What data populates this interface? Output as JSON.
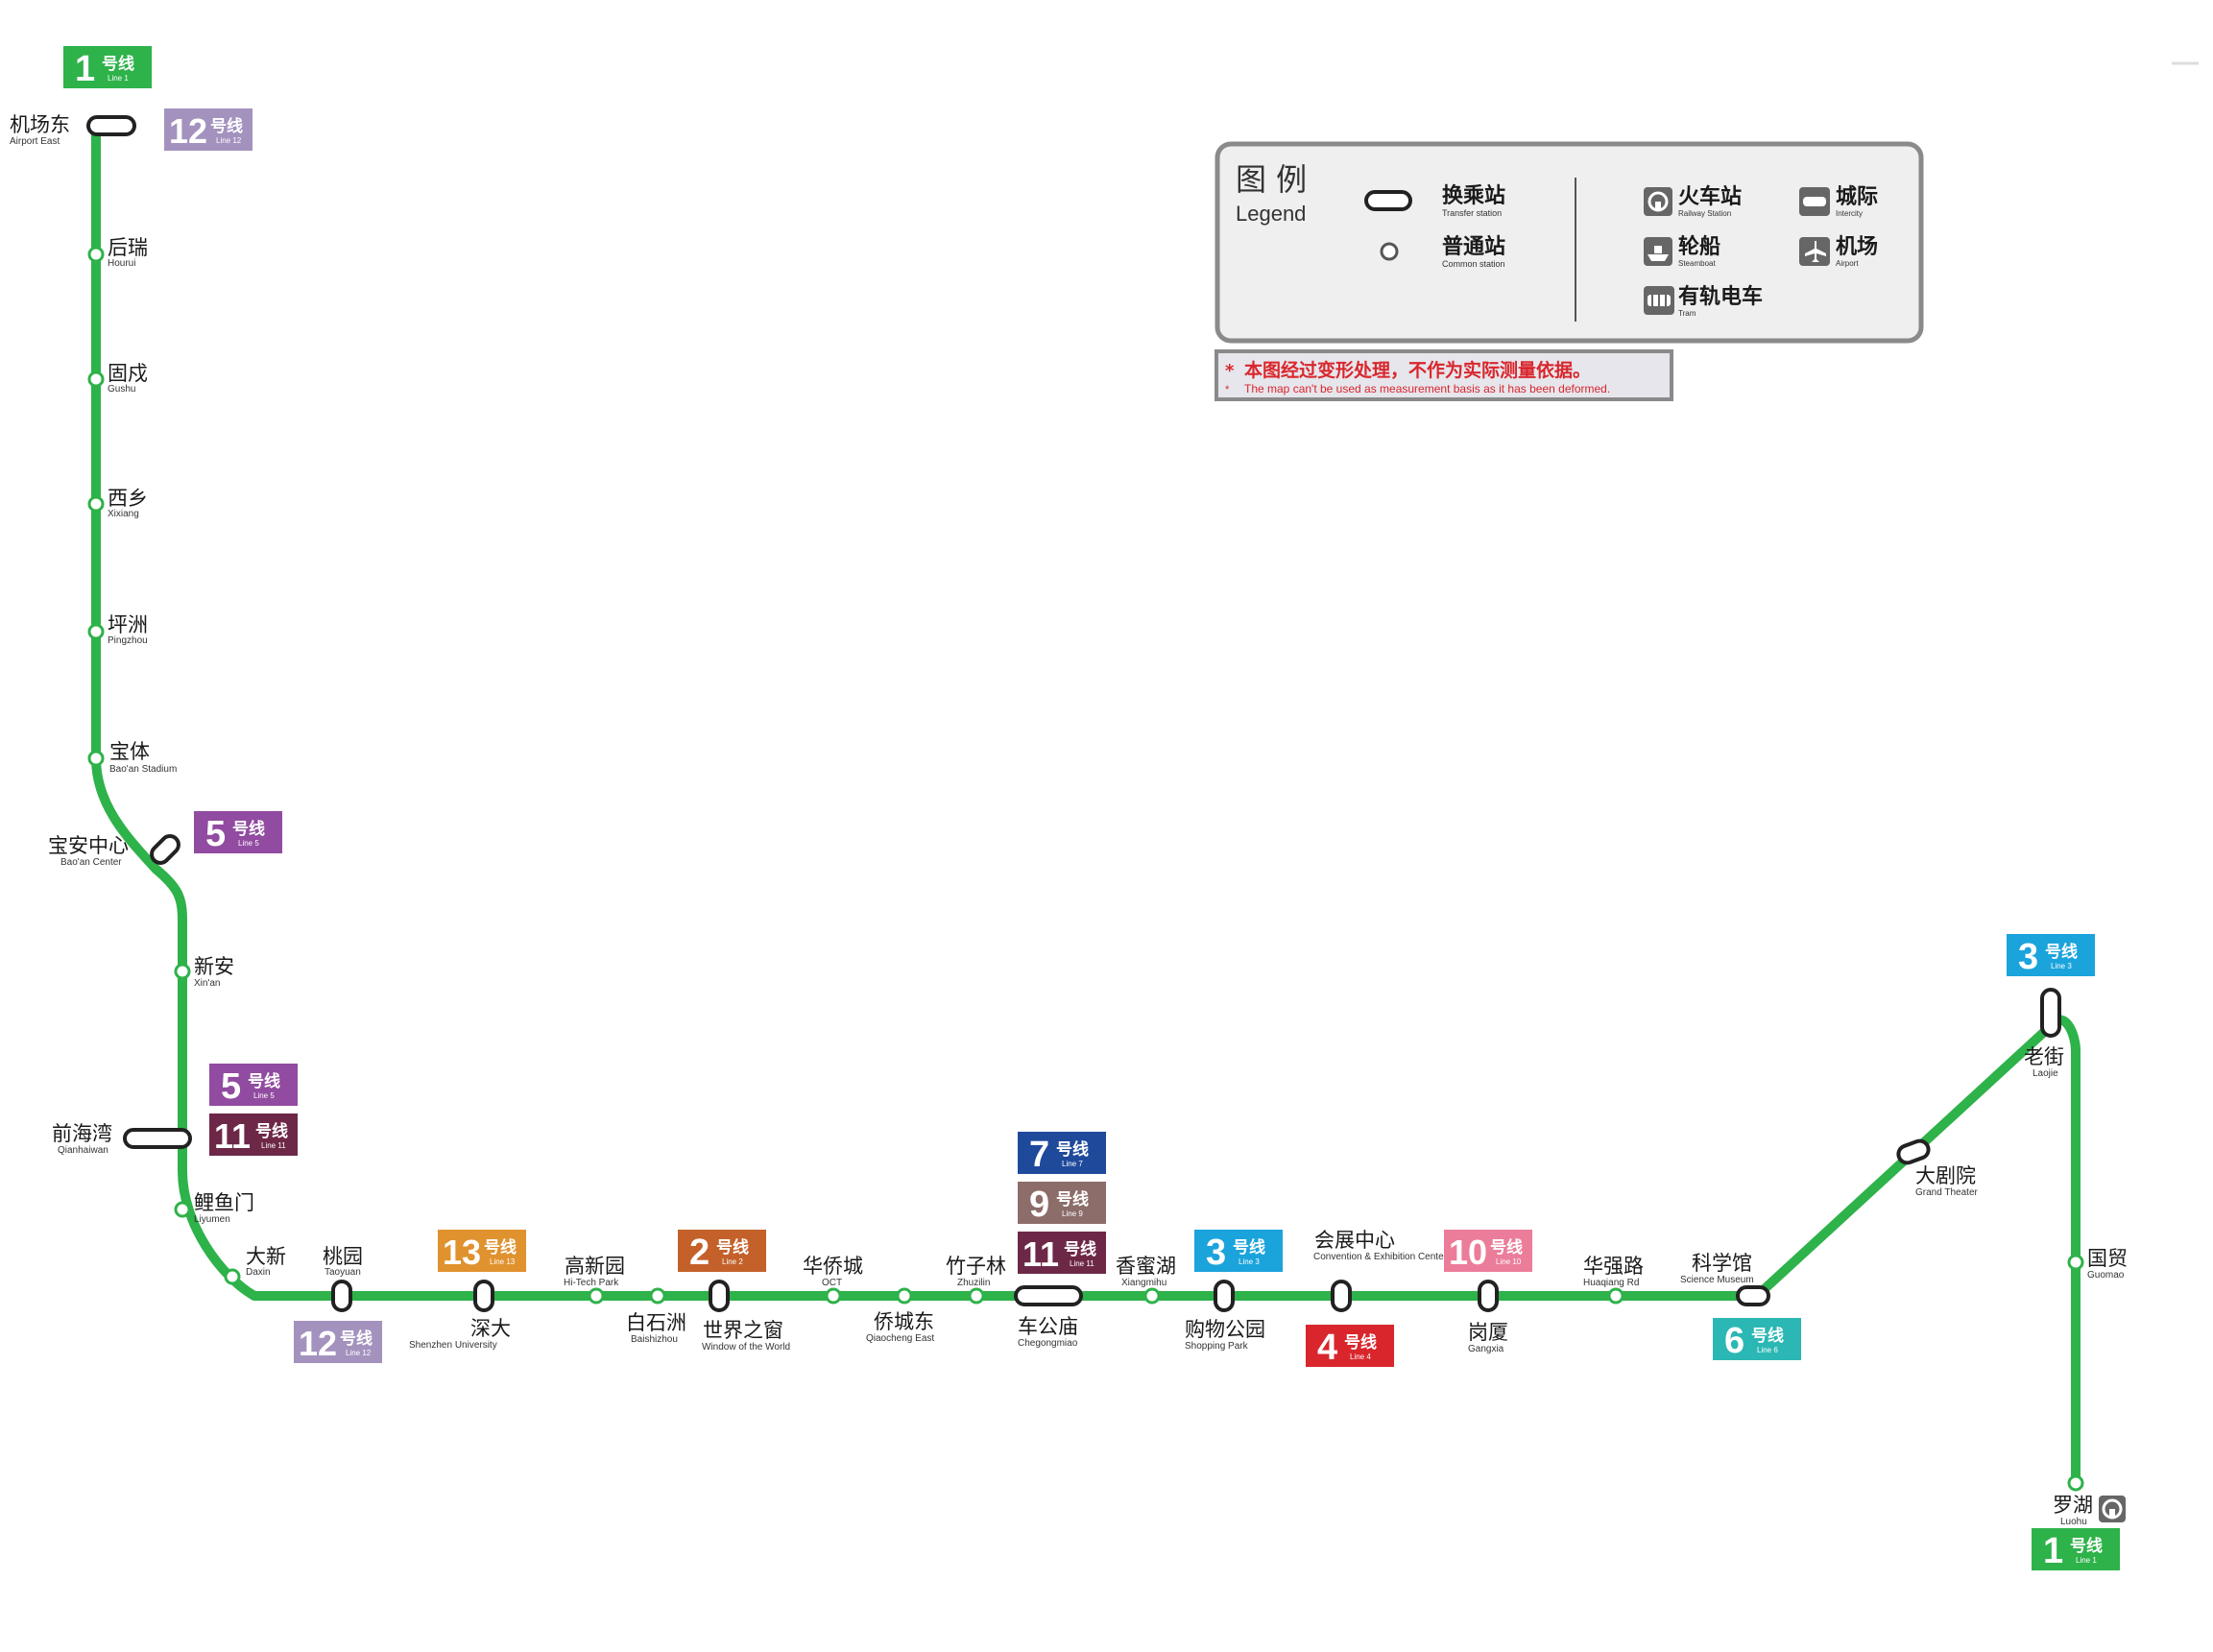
{
  "line": {
    "name": "Line 1",
    "color": "#2eb24a"
  },
  "badge_suffix_zh": "号线",
  "badges": [
    {
      "num": "1",
      "en": "Line 1",
      "color": "#2eb24a",
      "name": "badge-line-1-top"
    },
    {
      "num": "12",
      "en": "Line 12",
      "color": "#a392be",
      "name": "badge-line-12-airport-east"
    },
    {
      "num": "5",
      "en": "Line 5",
      "color": "#914ba0",
      "name": "badge-line-5-baoan-center"
    },
    {
      "num": "5",
      "en": "Line 5",
      "color": "#914ba0",
      "name": "badge-line-5-qianhaiwan"
    },
    {
      "num": "11",
      "en": "Line 11",
      "color": "#6d2848",
      "name": "badge-line-11-qianhaiwan"
    },
    {
      "num": "12",
      "en": "Line 12",
      "color": "#a392be",
      "name": "badge-line-12-taoyuan"
    },
    {
      "num": "13",
      "en": "Line 13",
      "color": "#e0922e",
      "name": "badge-line-13-shenda"
    },
    {
      "num": "2",
      "en": "Line 2",
      "color": "#c4612b",
      "name": "badge-line-2-window-of-world"
    },
    {
      "num": "7",
      "en": "Line 7",
      "color": "#1f4a9c",
      "name": "badge-line-7-chegongmiao"
    },
    {
      "num": "9",
      "en": "Line 9",
      "color": "#8c6d6a",
      "name": "badge-line-9-chegongmiao"
    },
    {
      "num": "11",
      "en": "Line 11",
      "color": "#6d2848",
      "name": "badge-line-11-chegongmiao"
    },
    {
      "num": "3",
      "en": "Line 3",
      "color": "#1ba3dc",
      "name": "badge-line-3-shopping-park"
    },
    {
      "num": "4",
      "en": "Line 4",
      "color": "#d9262c",
      "name": "badge-line-4-convention-center"
    },
    {
      "num": "10",
      "en": "Line 10",
      "color": "#eb7d9a",
      "name": "badge-line-10-gangxia"
    },
    {
      "num": "6",
      "en": "Line 6",
      "color": "#2bb7b4",
      "name": "badge-line-6-science-museum"
    },
    {
      "num": "3",
      "en": "Line 3",
      "color": "#1ba3dc",
      "name": "badge-line-3-laojie"
    },
    {
      "num": "1",
      "en": "Line 1",
      "color": "#2eb24a",
      "name": "badge-line-1-luohu"
    }
  ],
  "stations": [
    {
      "zh": "机场东",
      "en": "Airport East",
      "transfer": true
    },
    {
      "zh": "后瑞",
      "en": "Hourui",
      "transfer": false
    },
    {
      "zh": "固戍",
      "en": "Gushu",
      "transfer": false
    },
    {
      "zh": "西乡",
      "en": "Xixiang",
      "transfer": false
    },
    {
      "zh": "坪洲",
      "en": "Pingzhou",
      "transfer": false
    },
    {
      "zh": "宝体",
      "en": "Bao'an Stadium",
      "transfer": false
    },
    {
      "zh": "宝安中心",
      "en": "Bao'an Center",
      "transfer": true
    },
    {
      "zh": "新安",
      "en": "Xin'an",
      "transfer": false
    },
    {
      "zh": "前海湾",
      "en": "Qianhaiwan",
      "transfer": true
    },
    {
      "zh": "鲤鱼门",
      "en": "Liyumen",
      "transfer": false
    },
    {
      "zh": "大新",
      "en": "Daxin",
      "transfer": false
    },
    {
      "zh": "桃园",
      "en": "Taoyuan",
      "transfer": true
    },
    {
      "zh": "深大",
      "en": "Shenzhen University",
      "transfer": true
    },
    {
      "zh": "高新园",
      "en": "Hi-Tech Park",
      "transfer": false
    },
    {
      "zh": "白石洲",
      "en": "Baishizhou",
      "transfer": false
    },
    {
      "zh": "世界之窗",
      "en": "Window of the World",
      "transfer": true
    },
    {
      "zh": "华侨城",
      "en": "OCT",
      "transfer": false
    },
    {
      "zh": "侨城东",
      "en": "Qiaocheng East",
      "transfer": false
    },
    {
      "zh": "竹子林",
      "en": "Zhuzilin",
      "transfer": false
    },
    {
      "zh": "车公庙",
      "en": "Chegongmiao",
      "transfer": true
    },
    {
      "zh": "香蜜湖",
      "en": "Xiangmihu",
      "transfer": false
    },
    {
      "zh": "购物公园",
      "en": "Shopping Park",
      "transfer": true
    },
    {
      "zh": "会展中心",
      "en": "Convention & Exhibition Center",
      "transfer": true
    },
    {
      "zh": "岗厦",
      "en": "Gangxia",
      "transfer": true
    },
    {
      "zh": "华强路",
      "en": "Huaqiang Rd",
      "transfer": false
    },
    {
      "zh": "科学馆",
      "en": "Science Museum",
      "transfer": true
    },
    {
      "zh": "大剧院",
      "en": "Grand Theater",
      "transfer": true
    },
    {
      "zh": "老街",
      "en": "Laojie",
      "transfer": true
    },
    {
      "zh": "国贸",
      "en": "Guomao",
      "transfer": false
    },
    {
      "zh": "罗湖",
      "en": "Luohu",
      "transfer": false
    }
  ],
  "legend": {
    "title_zh": "图 例",
    "title_en": "Legend",
    "transfer_zh": "换乘站",
    "transfer_en": "Transfer station",
    "common_zh": "普通站",
    "common_en": "Common station",
    "railway_zh": "火车站",
    "railway_en": "Railway Station",
    "intercity_zh": "城际",
    "intercity_en": "Intercity",
    "steamboat_zh": "轮船",
    "steamboat_en": "Steamboat",
    "airport_zh": "机场",
    "airport_en": "Airport",
    "tram_zh": "有轨电车",
    "tram_en": "Tram"
  },
  "notice": {
    "zh": "本图经过变形处理，不作为实际测量依据。",
    "en": "The map can't be used as measurement basis as it has been deformed.",
    "marker": "*"
  },
  "icons": {
    "luohu": "railway-station-icon"
  }
}
